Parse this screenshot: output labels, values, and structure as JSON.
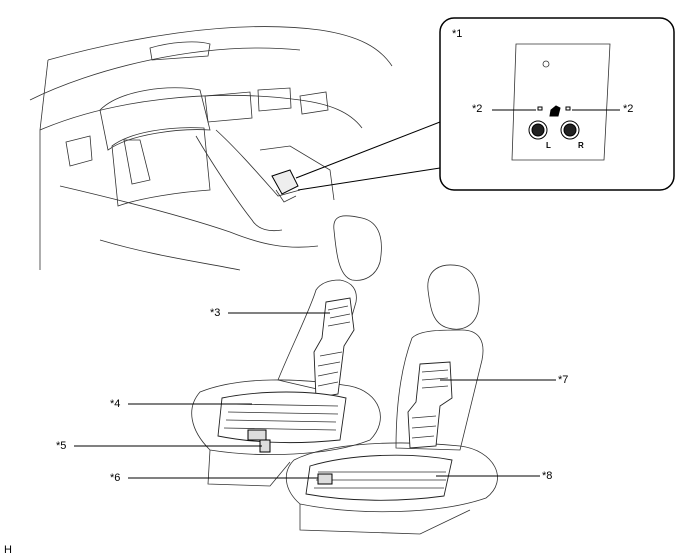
{
  "callouts": {
    "c1": "*1",
    "c2_left": "*2",
    "c2_right": "*2",
    "c3": "*3",
    "c4": "*4",
    "c5": "*5",
    "c6": "*6",
    "c7": "*7",
    "c8": "*8"
  },
  "switch_panel": {
    "dial_left_letter": "L",
    "dial_right_letter": "R"
  },
  "corner_mark": "H"
}
